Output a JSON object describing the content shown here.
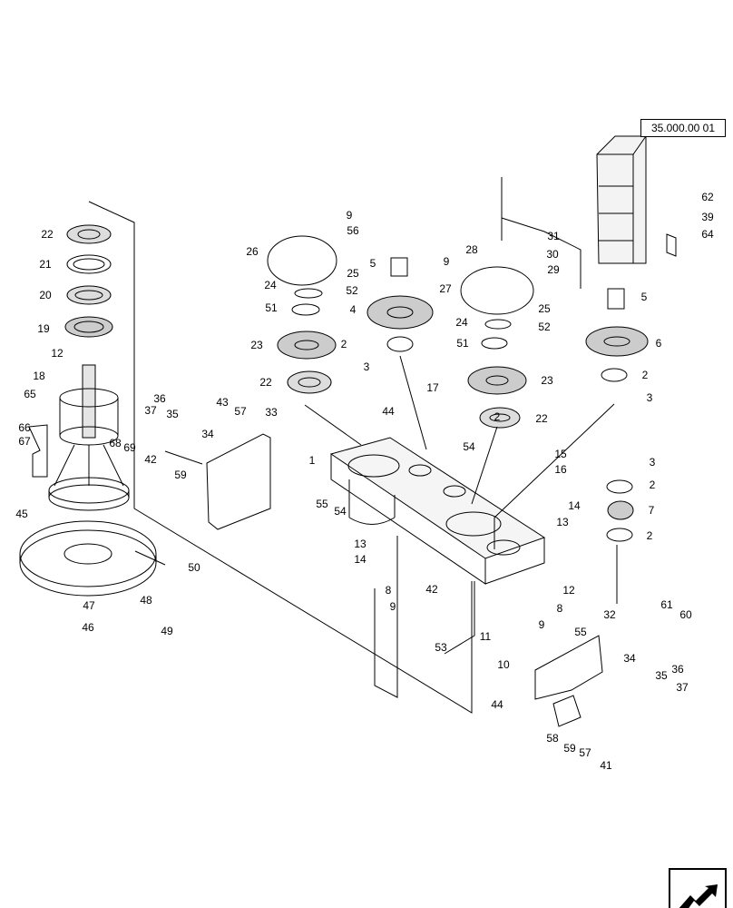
{
  "reference_code": "35.000.00 01",
  "nav_icon": "arrow-nav-icon",
  "callouts": [
    "1",
    "2",
    "2",
    "2",
    "2",
    "2",
    "3",
    "3",
    "3",
    "4",
    "5",
    "5",
    "6",
    "7",
    "8",
    "8",
    "9",
    "9",
    "9",
    "9",
    "10",
    "11",
    "12",
    "12",
    "13",
    "13",
    "14",
    "14",
    "15",
    "16",
    "17",
    "18",
    "19",
    "20",
    "21",
    "22",
    "22",
    "22",
    "23",
    "23",
    "24",
    "24",
    "25",
    "25",
    "26",
    "27",
    "28",
    "29",
    "30",
    "31",
    "32",
    "33",
    "34",
    "34",
    "35",
    "35",
    "36",
    "36",
    "37",
    "37",
    "39",
    "41",
    "42",
    "42",
    "43",
    "44",
    "44",
    "45",
    "46",
    "47",
    "48",
    "49",
    "50",
    "51",
    "51",
    "52",
    "52",
    "53",
    "54",
    "54",
    "55",
    "55",
    "56",
    "57",
    "57",
    "58",
    "59",
    "59",
    "60",
    "61",
    "62",
    "64",
    "65",
    "66",
    "67",
    "68",
    "69"
  ]
}
